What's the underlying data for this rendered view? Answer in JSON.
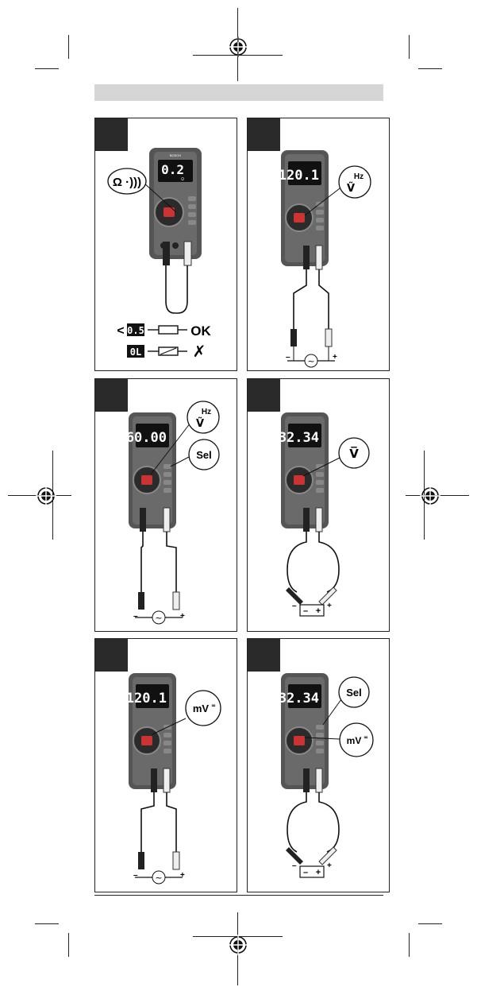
{
  "page": {
    "header_bar_color": "#d6d6d6"
  },
  "brand": "BOSCH",
  "panels": [
    {
      "id": "continuity",
      "display": "0.2",
      "display_unit": "Ω",
      "callout": "Ω ·)))",
      "legend": [
        {
          "reading": "0.5",
          "prefix": "<",
          "result": "OK"
        },
        {
          "reading": "0L",
          "prefix": "",
          "result": "✗"
        }
      ]
    },
    {
      "id": "ac-voltage",
      "display": "120.1",
      "callout_top": "Hz",
      "callout_bottom": "Ṽ",
      "polarity_minus": "–",
      "polarity_plus": "+",
      "source_symbol": "~"
    },
    {
      "id": "frequency",
      "display": "60.00",
      "callout_top": "Hz",
      "callout_bottom": "Ṽ",
      "callout_sel": "Sel",
      "polarity_minus": "–",
      "polarity_plus": "+",
      "source_symbol": "~"
    },
    {
      "id": "dc-voltage",
      "display": "32.34",
      "callout": "V̅",
      "battery_minus": "–",
      "battery_plus": "+",
      "polarity_minus": "–",
      "polarity_plus": "+"
    },
    {
      "id": "ac-millivolt",
      "display": "120.1",
      "callout": "mV",
      "polarity_minus": "–",
      "polarity_plus": "+",
      "source_symbol": "~"
    },
    {
      "id": "dc-millivolt",
      "display": "32.34",
      "callout_sel": "Sel",
      "callout": "mV",
      "battery_minus": "–",
      "battery_plus": "+",
      "polarity_minus": "–",
      "polarity_plus": "+"
    }
  ]
}
